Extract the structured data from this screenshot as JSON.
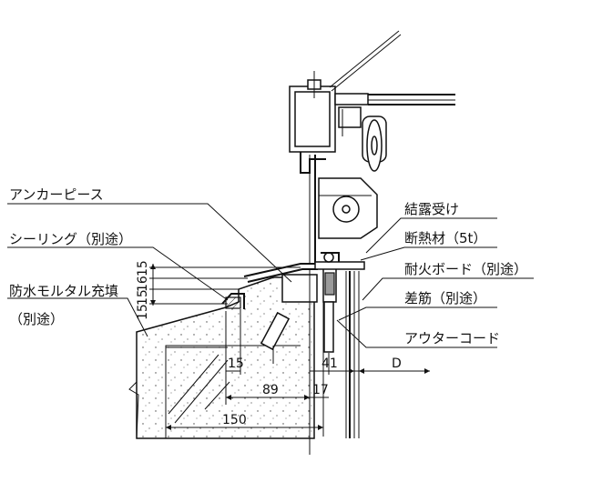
{
  "labels": {
    "anchor_piece": "アンカーピース",
    "sealing": "シーリング（別途）",
    "mortar_line1": "防水モルタル充填",
    "mortar_line2": "（別途）",
    "condensation": "結露受け",
    "insulation": "断熱材（5t）",
    "fire_board": "耐火ボード（別途）",
    "reinforcement": "差筋（別途）",
    "outer_cord": "アウターコード"
  },
  "dimensions": {
    "v1": "15",
    "v2": "16",
    "v3": "15",
    "v4": "15",
    "d15": "15",
    "d41": "41",
    "dD": "D",
    "d89": "89",
    "d17": "17",
    "d150": "150"
  }
}
